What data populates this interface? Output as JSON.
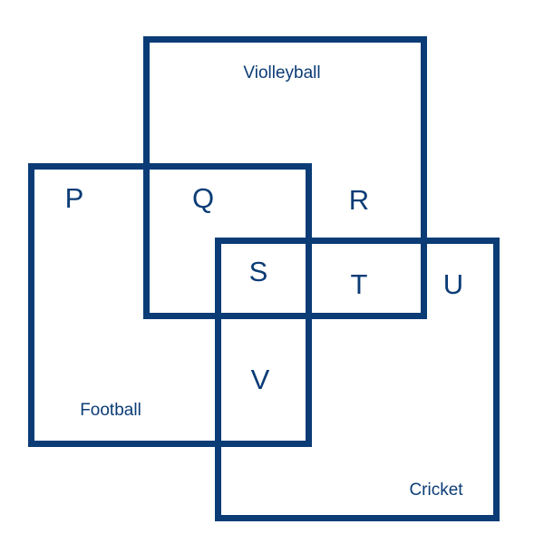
{
  "sets": {
    "volleyball": "Violleyball",
    "football": "Football",
    "cricket": "Cricket"
  },
  "regions": {
    "p": "P",
    "q": "Q",
    "r": "R",
    "s": "S",
    "t": "T",
    "u": "U",
    "v": "V"
  },
  "colors": {
    "stroke": "#0b3c76"
  }
}
